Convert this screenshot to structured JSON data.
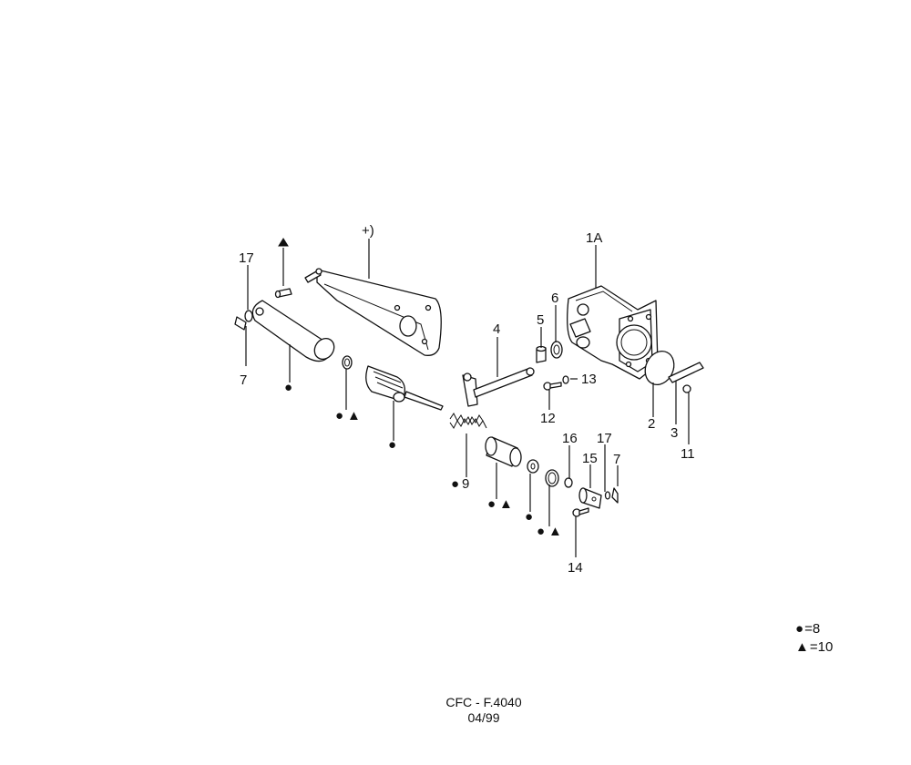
{
  "diagram": {
    "callouts": {
      "plus": "+)",
      "c1a": "1A",
      "c2": "2",
      "c3": "3",
      "c4": "4",
      "c5": "5",
      "c6": "6",
      "c7a": "7",
      "c7b": "7",
      "c9": "9",
      "c11": "11",
      "c12": "12",
      "c13": "13",
      "c14": "14",
      "c15": "15",
      "c16": "16",
      "c17a": "17",
      "c17b": "17"
    },
    "markers": {
      "circle": "●",
      "triangle": "▲"
    }
  },
  "legend": {
    "circle_symbol": "●",
    "circle_value": "=8",
    "triangle_symbol": "▲",
    "triangle_value": "=10"
  },
  "footer": {
    "code": "CFC - F.4040",
    "date": "04/99"
  }
}
